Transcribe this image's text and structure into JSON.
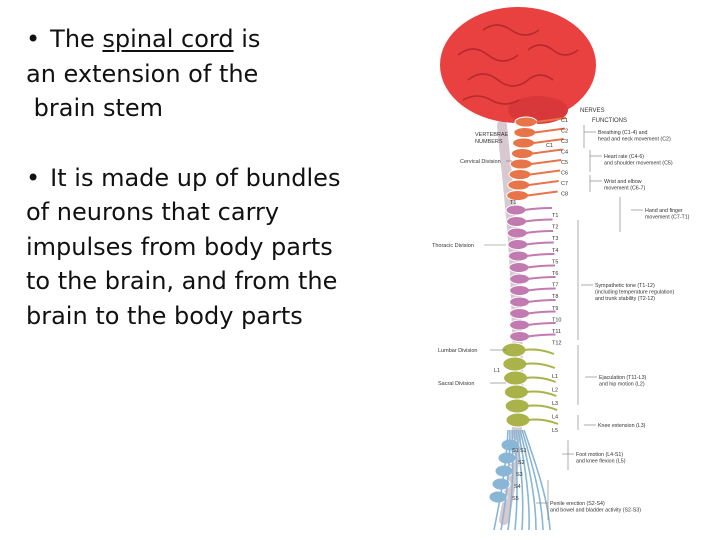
{
  "bullets": [
    {
      "marker": "•",
      "pre": "The ",
      "link": "spinal cord",
      "post": " is",
      "line2": "an extension of the",
      "line3": " brain stem"
    },
    {
      "marker": "•",
      "line1": "It is made up of bundles",
      "line2": "of neurons that carry",
      "line3": "impulses from body parts",
      "line4": "to the brain, and from the",
      "line5": "brain to the body parts"
    }
  ],
  "figure": {
    "header_nerves": "NERVES",
    "header_functions": "FUNCTIONS",
    "vertebrae_header": [
      "VERTEBRAE",
      "NUMBERS"
    ],
    "divisions": [
      "Cervical Division",
      "Thoracic Division",
      "Lumbar Division",
      "Sacral Division"
    ],
    "cervical_nerves": [
      "C1",
      "C2",
      "C3",
      "C4",
      "C5",
      "C6",
      "C7",
      "C8"
    ],
    "thoracic_nerves": [
      "T1",
      "T2",
      "T3",
      "T4",
      "T5",
      "T6",
      "T7",
      "T8",
      "T9",
      "T10",
      "T11",
      "T12"
    ],
    "lumbar_nerves": [
      "L1",
      "L2",
      "L3",
      "L4",
      "L5"
    ],
    "sacral_nerves": [
      "S1",
      "S2",
      "S3",
      "S4",
      "S5"
    ],
    "vertebra_markers": [
      "C1",
      "T1",
      "L1",
      "S1"
    ],
    "functions": [
      [
        "Breathing (C1-4) and",
        "head and neck movement (C2)"
      ],
      [
        "Heart rate (C4-6)",
        "and shoulder movement (C5)"
      ],
      [
        "Wrist and elbow",
        "movement (C6-7)"
      ],
      [
        "Hand and finger",
        "movement (C7-T1)"
      ],
      [
        "Sympathetic tone (T1-12)",
        "(including temperature regulation)",
        "and trunk stability (T2-12)"
      ],
      [
        "Ejaculation (T11-L3)",
        "and hip motion (L2)"
      ],
      [
        "Knee extension (L3)"
      ],
      [
        "Foot motion (L4-S1)",
        "and knee flexion (L5)"
      ],
      [
        "Penile erection (S2-S4)",
        "and bowel and bladder activity (S2-S3)"
      ]
    ],
    "colors": {
      "brain": "#e8413f",
      "cervical": "#e8744a",
      "thoracic": "#c27bb0",
      "lumbar": "#a9b349",
      "sacral": "#8ab6d6",
      "spine": "#d8c8cf"
    }
  }
}
